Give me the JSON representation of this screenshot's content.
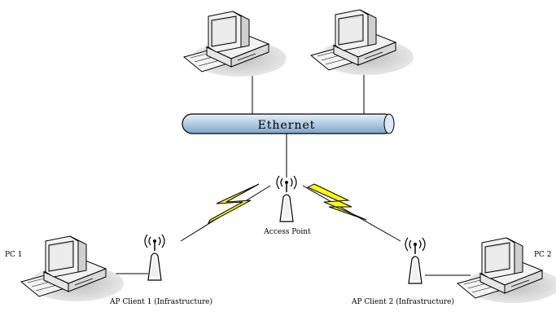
{
  "ethernet": {
    "label": "Ethernet"
  },
  "access_point": {
    "label": "Access Point"
  },
  "pc1": {
    "label": "PC 1"
  },
  "pc2": {
    "label": "PC 2"
  },
  "ap_client_1": {
    "label": "AP Client 1 (Infrastructure)"
  },
  "ap_client_2": {
    "label": "AP Client 2 (Infrastructure)"
  },
  "colors": {
    "ethernet_fill": "#b6cfe6",
    "lightning_fill": "#ffff00",
    "computer_body": "#f2f2f2",
    "screen": "#dcdcdc",
    "line": "#000000"
  }
}
